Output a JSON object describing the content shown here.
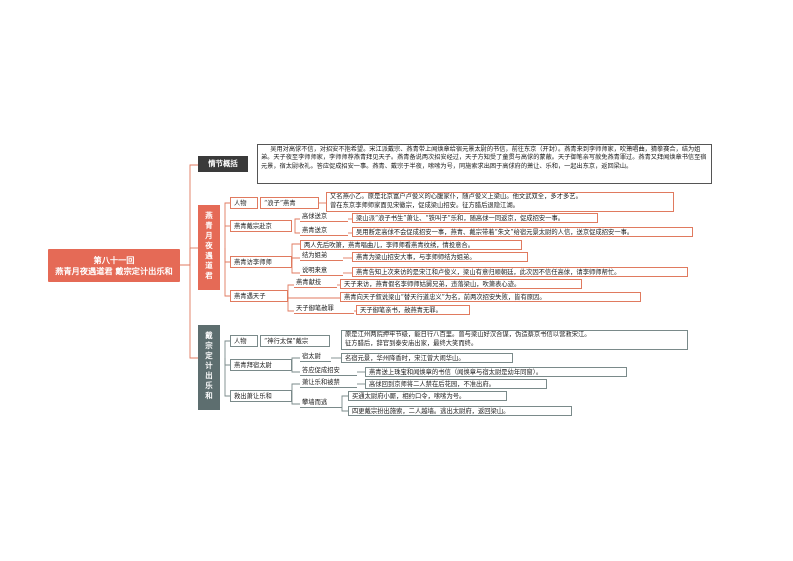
{
  "title": {
    "line1": "第八十一回",
    "line2": "燕青月夜遇道君  戴宗定计出乐和"
  },
  "intro": {
    "label": "情节概括",
    "text": "吴用对高俅不信，对招安不抱希望。宋江派戴宗、燕青带上闻焕章给宿元景太尉的书信，前往东京（开封）。燕青来到李师师家，吹箫唱曲，猜拳赛合，结为姐弟。天子夜至李师师家，李师师荐燕青拜见天子。燕青备说两次招安经过，天子方知受了童贯与高俅的蒙蔽。天子御笔亲写赦免燕青罪过。燕青又拜闻焕章书信至宿元景，宿太尉收礼。答应促成招安一事。燕青、戴宗于半夜，嗦嗦为号，同施索求出困于高俅府的萧让、乐和，一起出东京，返回梁山。"
  },
  "branch1": {
    "label": [
      "燕",
      "青",
      "月",
      "夜",
      "遇",
      "道",
      "君"
    ],
    "items": [
      {
        "label": "人物",
        "sub": "“浪子”燕青",
        "text": [
          "又名燕小乙。原是北京富户卢俊义的心腹家仆，随卢俊义上梁山。他文武双全，多才多艺。",
          "曾在东京李师师家面见宋徽宗，促成梁山招安。征方腊后退隐江湖。"
        ]
      },
      {
        "label": "燕青戴宗赴京",
        "rows": [
          {
            "sub": "高俅送京",
            "text": "梁山派“浪子书生”萧让、“铁叫子”乐和，随高俅一同返京，促成招安一事。"
          },
          {
            "sub": "燕青送京",
            "text": "吴用断定高俅不会促成招安一事，燕青、戴宗带着“朱文”给宿元景太尉的人信，送京促成招安一事。"
          }
        ]
      },
      {
        "label": "燕青访李师师",
        "rows": [
          {
            "sub": "",
            "text": "两人先后吹箫，燕青唱曲儿，李师师看燕青纹绣，情投意合。"
          },
          {
            "sub": "结为姐弟",
            "text": "燕青为梁山招安大事，与李师师结为姐弟。"
          },
          {
            "sub": "说明来意",
            "text": "燕青告知上次来访的是宋江和卢俊义，梁山有意归顺朝廷，此次因不信任高俅，请李师师帮忙。"
          }
        ]
      },
      {
        "label": "燕青遇天子",
        "rows": [
          {
            "sub": "燕青献技",
            "text": "天子来访，燕青假名李师师姑舅兄弟，违落梁山，吹箫表心迹。"
          },
          {
            "sub": "",
            "text": "燕青向天子叙说梁山“替天行道忠义”为名，前两次招安失败，皆有原因。"
          },
          {
            "sub": "天子御笔赦罪",
            "text": "天子御笔亲书，赦燕青无罪。"
          }
        ]
      }
    ]
  },
  "branch2": {
    "label": [
      "戴",
      "宗",
      "定",
      "计",
      "出",
      "乐",
      "和"
    ],
    "items": [
      {
        "label": "人物",
        "sub": "“神行太保”戴宗",
        "text": [
          "原是江州两院押牢节级，能日行八百里。曾与梁山好汉合谋，伪造蔡京书信以营救宋江。",
          "征方腊后，辞官到泰安庙出家，最终大笑而终。"
        ]
      },
      {
        "label": "燕青拜宿太尉",
        "rows": [
          {
            "sub": "宿太尉",
            "text": "名宿元景，华州降香时，宋江曾大闹华山。"
          },
          {
            "sub": "答应促成招安",
            "text": "燕青送上珠宝和闻焕章的书信（闻焕章与宿太尉是幼年同窗）。"
          }
        ]
      },
      {
        "label": "救出萧让乐和",
        "rows": [
          {
            "sub": "萧让乐和被禁",
            "text": "高俅回到京师将二人禁在后花园，不准出府。"
          },
          {
            "sub": "攀墙而逃",
            "text": "买通太尉府小厮，相约口令，嗦嗦为号。"
          },
          {
            "sub": "",
            "text": "四更戴宗扮出施索，二人越墙。逃出太尉府，返回梁山。"
          }
        ]
      }
    ]
  }
}
